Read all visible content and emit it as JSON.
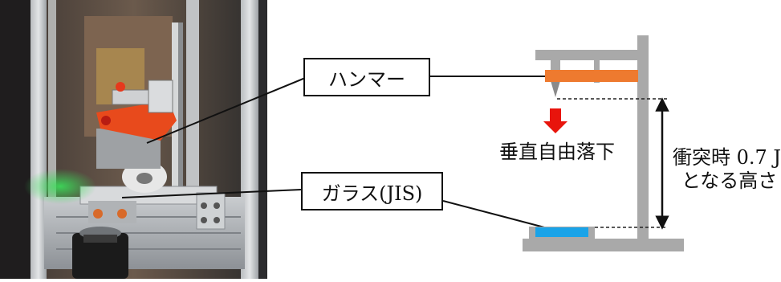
{
  "labels": {
    "hammer": "ハンマー",
    "glass": "ガラス(JIS)",
    "drop": "垂直自由落下",
    "height_line1": "衝突時 0.7 J",
    "height_line2": "となる高さ"
  },
  "colors": {
    "hammer_bar": "#EE7A2F",
    "glass": "#1AA3E8",
    "frame": "#A9A9A9",
    "arrow": "#E8140C",
    "photo_green_laser": "#3BE05A"
  }
}
